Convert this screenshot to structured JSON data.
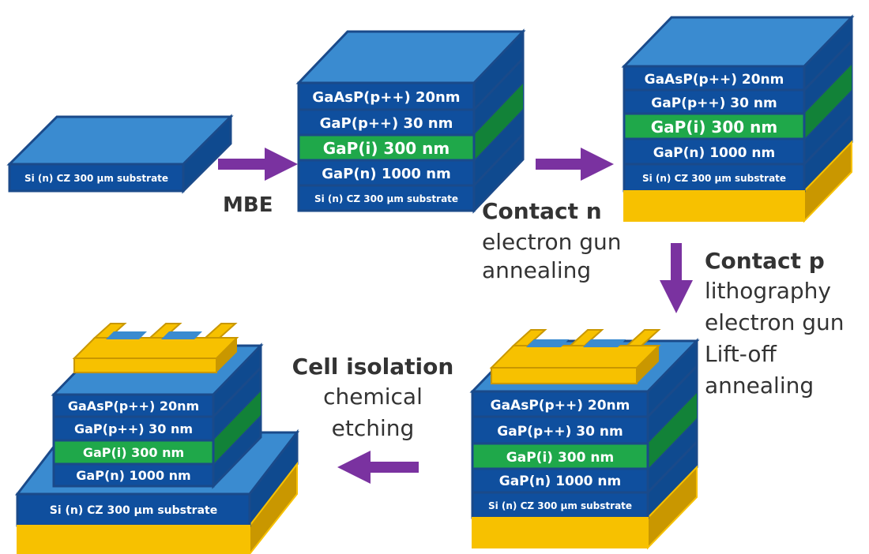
{
  "colors": {
    "layer": "#0f4f9e",
    "layer_side": "#0f4a8f",
    "top_face": "#3a8bd0",
    "intrinsic": "#1fa84a",
    "intrinsic_side": "#128238",
    "contact": "#f7c100",
    "contact_side": "#c99700",
    "arrow": "#7a32a0"
  },
  "layers": {
    "substrate": "Si (n) CZ 300 µm substrate",
    "gaasp": "GaAsP(p++) 20nm",
    "gap_p": "GaP(p++) 30 nm",
    "gap_i": "GaP(i) 300 nm",
    "gap_n": "GaP(n) 1000 nm"
  },
  "steps": {
    "mbe": "MBE",
    "contact_n": {
      "title": "Contact n",
      "lines": [
        "electron gun",
        "annealing"
      ]
    },
    "contact_p": {
      "title": "Contact p",
      "lines": [
        "lithography",
        "electron gun",
        "Lift-off",
        "annealing"
      ]
    },
    "isolation": {
      "title": "Cell isolation",
      "lines": [
        "chemical",
        "etching"
      ]
    }
  }
}
